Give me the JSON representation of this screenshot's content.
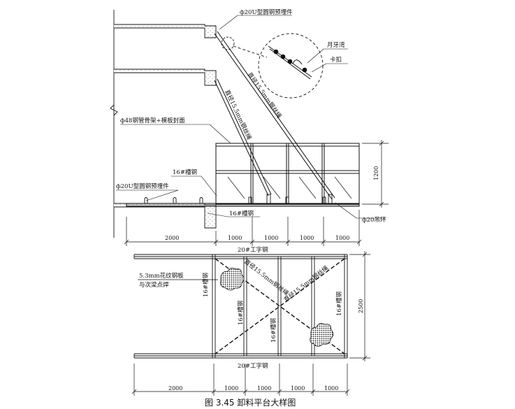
{
  "labels": {
    "u_embed_top": "ф20U型圆钢预埋件",
    "moon_hook": "月牙湾",
    "clamp": "卡扣",
    "wire_rope_1": "直径15.5mm钢丝绳",
    "wire_rope_2": "直径15.5mm钢丝绳",
    "guard_rail": "ф48钢管骨架+模板封面",
    "channel_16_upper": "16#槽钢",
    "u_embed_bottom": "ф20U型圆钢预埋件",
    "channel_16_lower": "16#槽钢",
    "lifting_ring": "ф20吊环",
    "i_beam_top": "20#工字钢",
    "i_beam_bottom": "20#工字钢",
    "checker_plate_1": "5.3mm花纹钢板",
    "checker_plate_2": "与次梁点焊",
    "plan_channel_1": "16#槽钢",
    "plan_channel_2": "16#槽钢",
    "plan_channel_3": "16#槽钢",
    "plan_channel_4": "16#槽钢",
    "plan_rope_1": "直径15.5mm钢丝绳",
    "plan_rope_2": "直径15.5mm钢丝绳"
  },
  "dimensions": {
    "elev_height": "1200",
    "elev_spans": [
      "2000",
      "1000",
      "1000",
      "1000",
      "1000"
    ],
    "plan_width": "2500",
    "plan_spans": [
      "2000",
      "1000",
      "1000",
      "1000",
      "1000"
    ]
  },
  "caption": "图 3.45 卸料平台大样图"
}
